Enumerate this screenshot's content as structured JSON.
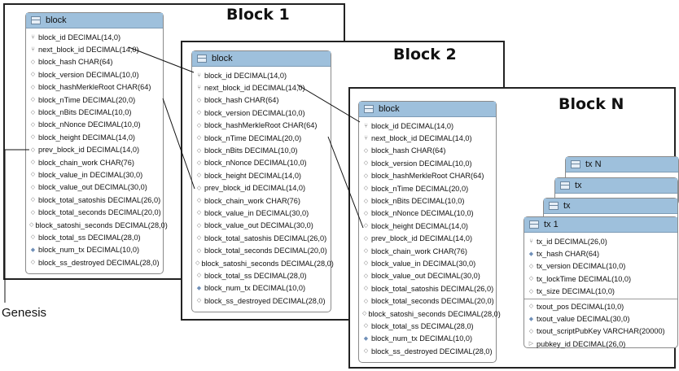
{
  "frames": {
    "block1": {
      "title": "Block 1"
    },
    "block2": {
      "title": "Block 2"
    },
    "blockN": {
      "title": "Block N"
    }
  },
  "genesis_label": "Genesis",
  "block_table": {
    "name": "block",
    "columns": [
      {
        "label": "block_id DECIMAL(14,0)",
        "icon": "key-icon"
      },
      {
        "label": "next_block_id DECIMAL(14,0)",
        "icon": "key-icon"
      },
      {
        "label": "block_hash CHAR(64)",
        "icon": "diamond-icon"
      },
      {
        "label": "block_version DECIMAL(10,0)",
        "icon": "diamond-icon"
      },
      {
        "label": "block_hashMerkleRoot CHAR(64)",
        "icon": "diamond-icon"
      },
      {
        "label": "block_nTime DECIMAL(20,0)",
        "icon": "diamond-icon"
      },
      {
        "label": "block_nBits DECIMAL(10,0)",
        "icon": "diamond-icon"
      },
      {
        "label": "block_nNonce DECIMAL(10,0)",
        "icon": "diamond-icon"
      },
      {
        "label": "block_height DECIMAL(14,0)",
        "icon": "diamond-icon"
      },
      {
        "label": "prev_block_id DECIMAL(14,0)",
        "icon": "diamond-icon"
      },
      {
        "label": "block_chain_work CHAR(76)",
        "icon": "diamond-icon"
      },
      {
        "label": "block_value_in DECIMAL(30,0)",
        "icon": "diamond-icon"
      },
      {
        "label": "block_value_out DECIMAL(30,0)",
        "icon": "diamond-icon"
      },
      {
        "label": "block_total_satoshis DECIMAL(26,0)",
        "icon": "diamond-icon"
      },
      {
        "label": "block_total_seconds DECIMAL(20,0)",
        "icon": "diamond-icon"
      },
      {
        "label": "block_satoshi_seconds DECIMAL(28,0)",
        "icon": "diamond-icon"
      },
      {
        "label": "block_total_ss DECIMAL(28,0)",
        "icon": "diamond-icon"
      },
      {
        "label": "block_num_tx DECIMAL(10,0)",
        "icon": "filled-diamond-icon"
      },
      {
        "label": "block_ss_destroyed DECIMAL(28,0)",
        "icon": "diamond-icon"
      }
    ]
  },
  "tx_tables": {
    "stack_titles": [
      "tx  N",
      "tx",
      "tx"
    ],
    "main": {
      "name": "tx  1",
      "columns": [
        {
          "label": "tx_id DECIMAL(26,0)",
          "icon": "key-icon"
        },
        {
          "label": "tx_hash CHAR(64)",
          "icon": "filled-diamond-icon"
        },
        {
          "label": "tx_version DECIMAL(10,0)",
          "icon": "diamond-icon"
        },
        {
          "label": "tx_lockTime DECIMAL(10,0)",
          "icon": "diamond-icon"
        },
        {
          "label": "tx_size DECIMAL(10,0)",
          "icon": "diamond-icon"
        }
      ],
      "index_columns": [
        {
          "label": "txout_pos DECIMAL(10,0)",
          "icon": "diamond-icon"
        },
        {
          "label": "txout_value DECIMAL(30,0)",
          "icon": "filled-diamond-icon"
        },
        {
          "label": "txout_scriptPubKey VARCHAR(20000)",
          "icon": "diamond-icon"
        },
        {
          "label": "pubkey_id DECIMAL(26,0)",
          "icon": "arrow-icon"
        }
      ]
    }
  }
}
